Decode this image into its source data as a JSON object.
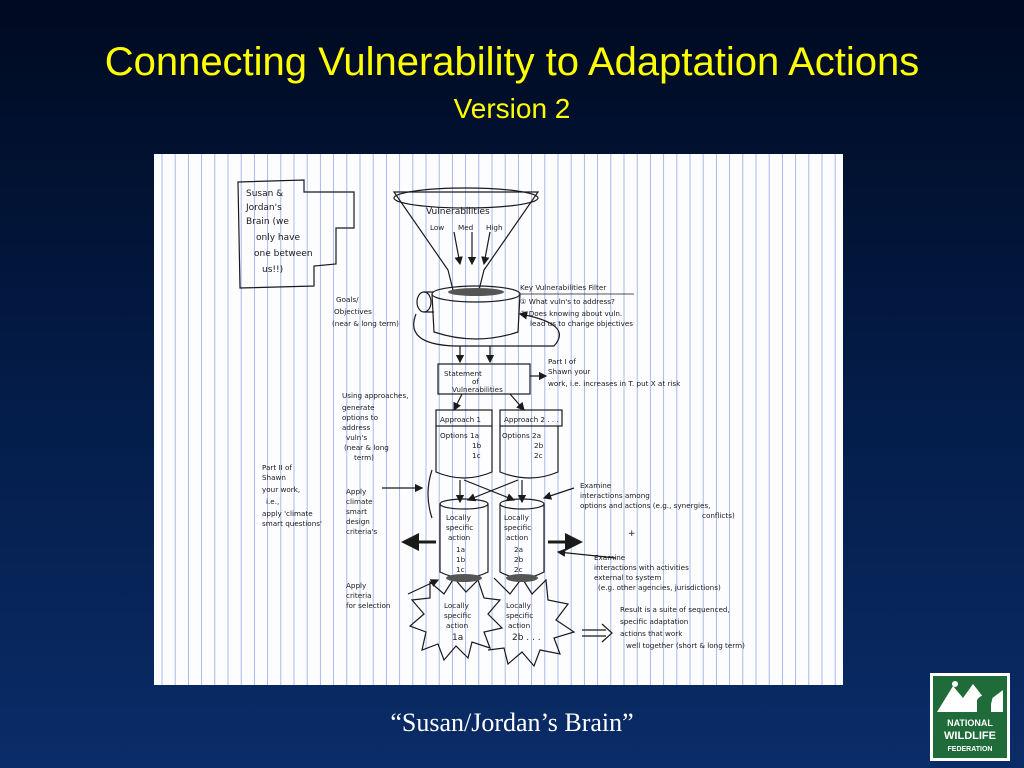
{
  "slide": {
    "title": "Connecting Vulnerability to Adaptation Actions",
    "subtitle": "Version 2",
    "caption": "“Susan/Jordan’s Brain”"
  },
  "sketch": {
    "note": [
      "Susan &",
      "Jordan's",
      "Brain  (we",
      "only have",
      "one between",
      "us!!)"
    ],
    "funnel_title": "Vulnerabilities",
    "funnel_levels": [
      "Low",
      "Med",
      "High"
    ],
    "filter_title": "Key Vulnerabilities Filter",
    "filter_q1": "① What vuln's to address?",
    "filter_q2": "② Does knowing about vuln.",
    "filter_q2b": "lead us to change objectives",
    "goals": [
      "Goals/",
      "Objectives",
      "(near & long term)"
    ],
    "statement": [
      "Statement",
      "of",
      "Vulnerabilities"
    ],
    "part1": [
      "Part I of",
      "Shawn your",
      "work, i.e. increases in T. put X at risk"
    ],
    "using": [
      "Using approaches,",
      "generate",
      "options to",
      "address",
      "vuln's",
      "(near & long",
      "term)"
    ],
    "approach1": "Approach 1",
    "approach2": "Approach 2 . . . .",
    "options1": [
      "Options 1a",
      "1b",
      "1c"
    ],
    "options2": [
      "Options 2a",
      "2b",
      "2c"
    ],
    "part2": [
      "Part II of",
      "Shawn",
      "your work,",
      "i.e.,",
      "apply 'climate",
      "smart questions'"
    ],
    "apply_smart": [
      "Apply",
      "climate",
      "smart",
      "design",
      "criteria's"
    ],
    "examine_int": [
      "Examine",
      "interactions among",
      "options and actions  (e.g., synergies,",
      "conflicts)"
    ],
    "local1": [
      "Locally",
      "specific",
      "action",
      "1a",
      "1b",
      "1c"
    ],
    "local2": [
      "Locally",
      "specific",
      "action",
      "2a",
      "2b",
      "2c"
    ],
    "examine_ext": [
      "Examine",
      "interactions with activities",
      "external to system",
      "(e.g. other agencies, jurisdictions)"
    ],
    "apply_criteria": [
      "Apply",
      "criteria",
      "for selection"
    ],
    "burst1": [
      "Locally",
      "specific",
      "action",
      "1a"
    ],
    "burst2": [
      "Locally",
      "specific",
      "action",
      "2b . . ."
    ],
    "result": [
      "Result is a suite of sequenced,",
      "specific adaptation",
      "actions that work",
      "well together  (short & long term)"
    ],
    "plus": "+"
  },
  "logo": {
    "line1": "NATIONAL",
    "line2": "WILDLIFE",
    "line3": "FEDERATION",
    "bg": "#1f6b3a"
  }
}
